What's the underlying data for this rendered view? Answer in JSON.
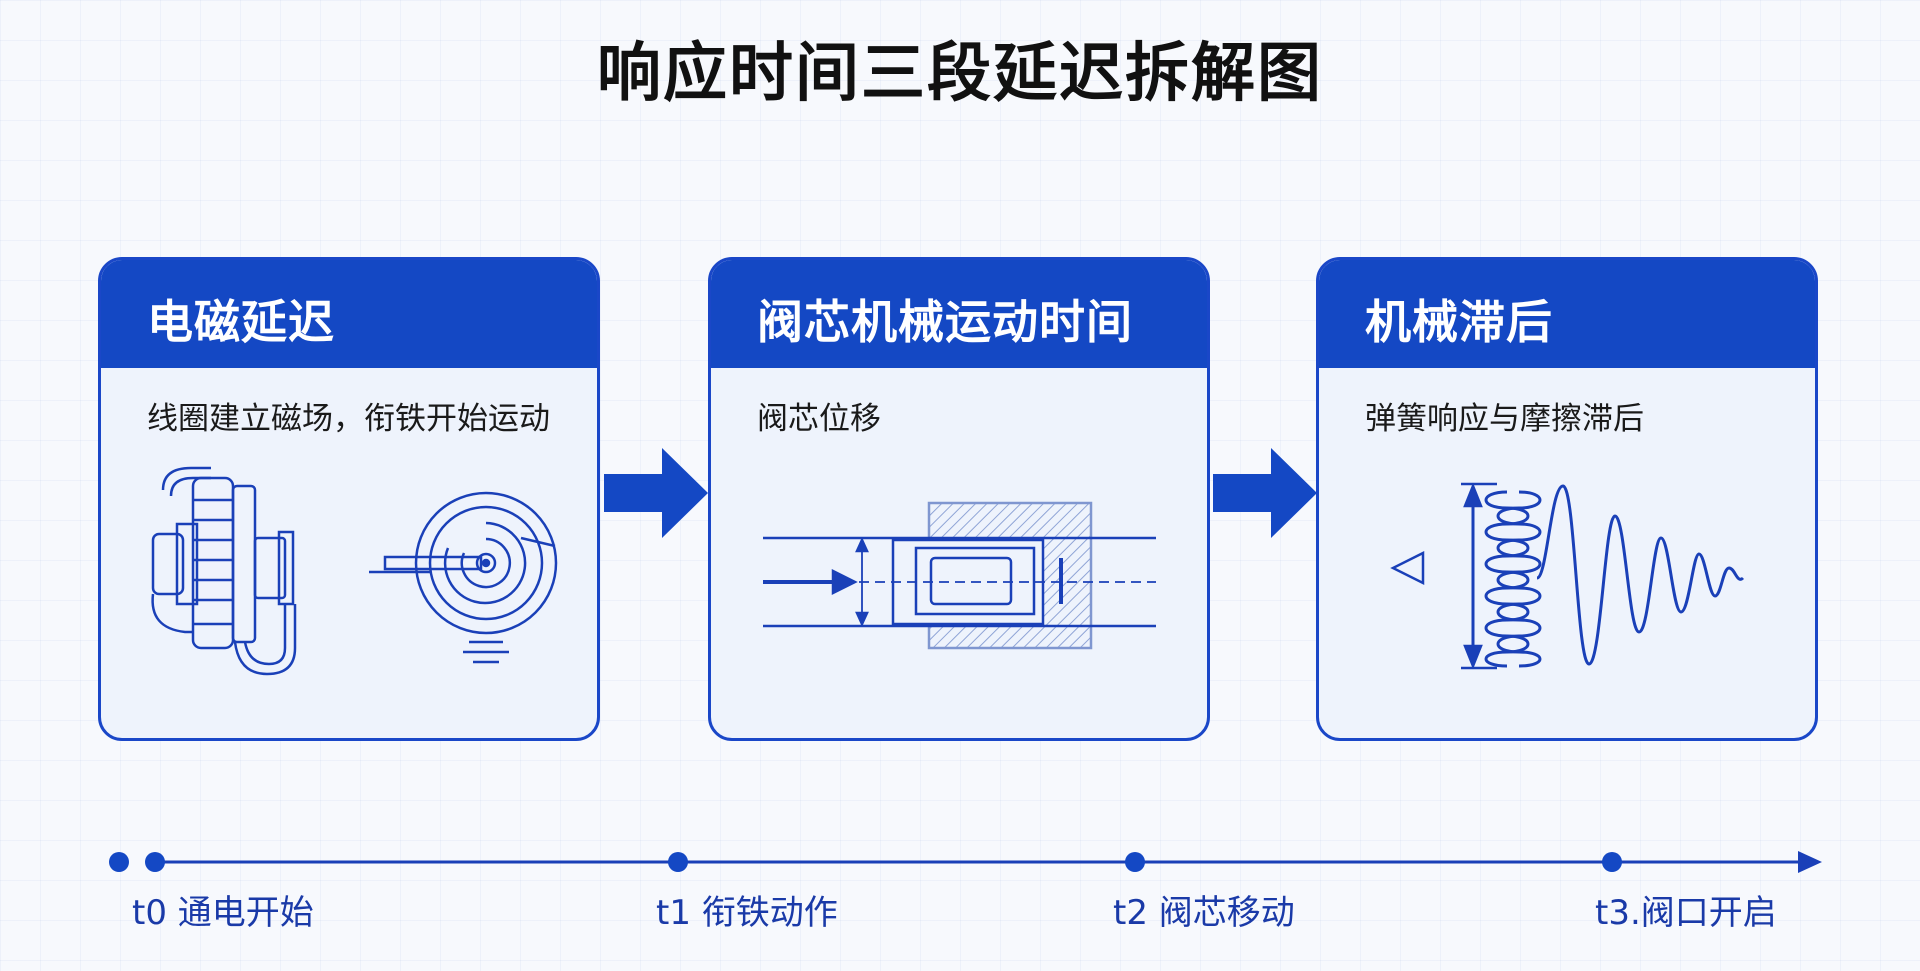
{
  "title": "响应时间三段延迟拆解图",
  "stages": [
    {
      "heading": "电磁延迟",
      "description": "线圈建立磁场，衔铁开始运动",
      "icons": [
        "coil-icon",
        "armature-spiral-icon"
      ]
    },
    {
      "heading": "阀芯机械运动时间",
      "description": "阀芯位移",
      "icons": [
        "valve-spool-icon"
      ]
    },
    {
      "heading": "机械滞后",
      "description": "弹簧响应与摩擦滞后",
      "icons": [
        "spring-oscillation-icon"
      ]
    }
  ],
  "timeline": {
    "labels": [
      "t0 通电开始",
      "t1 衔铁动作",
      "t2 阀芯移动",
      "t3.阀口开启"
    ]
  },
  "colors": {
    "accent": "#1448c4",
    "card_bg": "#eef3fc",
    "title": "#111111"
  }
}
